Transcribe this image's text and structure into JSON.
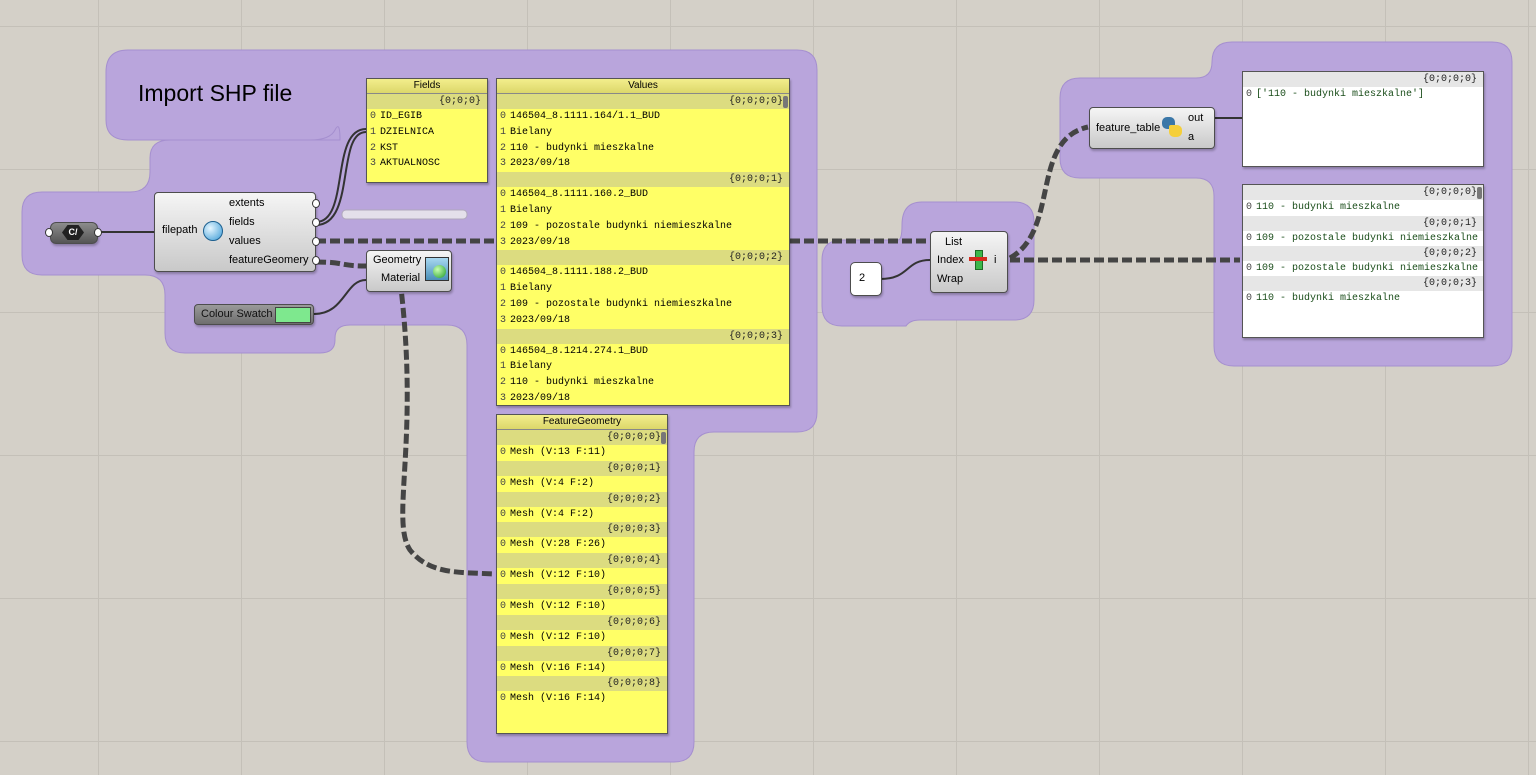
{
  "group": {
    "title": "Import SHP file"
  },
  "file_param": {
    "label": "C/"
  },
  "import_component": {
    "inputs": [
      "filepath"
    ],
    "outputs": [
      "extents",
      "fields",
      "values",
      "featureGeomery"
    ]
  },
  "preview_component": {
    "inputs": [
      "Geometry",
      "Material"
    ]
  },
  "colour_swatch": {
    "label": "Colour Swatch",
    "color": "#7ee88e"
  },
  "fields_panel": {
    "title": "Fields",
    "path": "{0;0;0}",
    "items": [
      {
        "i": "0",
        "v": "ID_EGIB"
      },
      {
        "i": "1",
        "v": "DZIELNICA"
      },
      {
        "i": "2",
        "v": "KST"
      },
      {
        "i": "3",
        "v": "AKTUALNOSC"
      }
    ]
  },
  "values_panel": {
    "title": "Values",
    "branches": [
      {
        "path": "{0;0;0;0}",
        "items": [
          {
            "i": "0",
            "v": "146504_8.1111.164/1.1_BUD"
          },
          {
            "i": "1",
            "v": "Bielany"
          },
          {
            "i": "2",
            "v": "110 - budynki mieszkalne"
          },
          {
            "i": "3",
            "v": "2023/09/18"
          }
        ]
      },
      {
        "path": "{0;0;0;1}",
        "items": [
          {
            "i": "0",
            "v": "146504_8.1111.160.2_BUD"
          },
          {
            "i": "1",
            "v": "Bielany"
          },
          {
            "i": "2",
            "v": "109 - pozostale budynki niemieszkalne"
          },
          {
            "i": "3",
            "v": "2023/09/18"
          }
        ]
      },
      {
        "path": "{0;0;0;2}",
        "items": [
          {
            "i": "0",
            "v": "146504_8.1111.188.2_BUD"
          },
          {
            "i": "1",
            "v": "Bielany"
          },
          {
            "i": "2",
            "v": "109 - pozostale budynki niemieszkalne"
          },
          {
            "i": "3",
            "v": "2023/09/18"
          }
        ]
      },
      {
        "path": "{0;0;0;3}",
        "items": [
          {
            "i": "0",
            "v": "146504_8.1214.274.1_BUD"
          },
          {
            "i": "1",
            "v": "Bielany"
          },
          {
            "i": "2",
            "v": "110 - budynki mieszkalne"
          },
          {
            "i": "3",
            "v": "2023/09/18"
          }
        ]
      }
    ]
  },
  "geometry_panel": {
    "title": "FeatureGeometry",
    "branches": [
      {
        "path": "{0;0;0;0}",
        "i": "0",
        "v": "Mesh (V:13  F:11)"
      },
      {
        "path": "{0;0;0;1}",
        "i": "0",
        "v": "Mesh (V:4  F:2)"
      },
      {
        "path": "{0;0;0;2}",
        "i": "0",
        "v": "Mesh (V:4  F:2)"
      },
      {
        "path": "{0;0;0;3}",
        "i": "0",
        "v": "Mesh (V:28  F:26)"
      },
      {
        "path": "{0;0;0;4}",
        "i": "0",
        "v": "Mesh (V:12  F:10)"
      },
      {
        "path": "{0;0;0;5}",
        "i": "0",
        "v": "Mesh (V:12  F:10)"
      },
      {
        "path": "{0;0;0;6}",
        "i": "0",
        "v": "Mesh (V:12  F:10)"
      },
      {
        "path": "{0;0;0;7}",
        "i": "0",
        "v": "Mesh (V:16  F:14)"
      },
      {
        "path": "{0;0;0;8}",
        "i": "0",
        "v": "Mesh (V:16  F:14)"
      }
    ]
  },
  "number_param": {
    "value": "2"
  },
  "list_item": {
    "inputs": [
      "List",
      "Index",
      "Wrap"
    ],
    "output": "i"
  },
  "python_component": {
    "input": "feature_table",
    "outputs": [
      "out",
      "a"
    ]
  },
  "out_panel": {
    "path": "{0;0;0;0}",
    "items": [
      {
        "i": "0",
        "v": "['110 - budynki mieszkalne']"
      }
    ]
  },
  "result_panel": {
    "branches": [
      {
        "path": "{0;0;0;0}",
        "i": "0",
        "v": "110 - budynki mieszkalne"
      },
      {
        "path": "{0;0;0;1}",
        "i": "0",
        "v": "109 - pozostale budynki niemieszkalne"
      },
      {
        "path": "{0;0;0;2}",
        "i": "0",
        "v": "109 - pozostale budynki niemieszkalne"
      },
      {
        "path": "{0;0;0;3}",
        "i": "0",
        "v": "110 - budynki mieszkalne"
      }
    ]
  },
  "colors": {
    "group_fill": "#b9a5dc",
    "panel_yellow": "#ffff66"
  }
}
